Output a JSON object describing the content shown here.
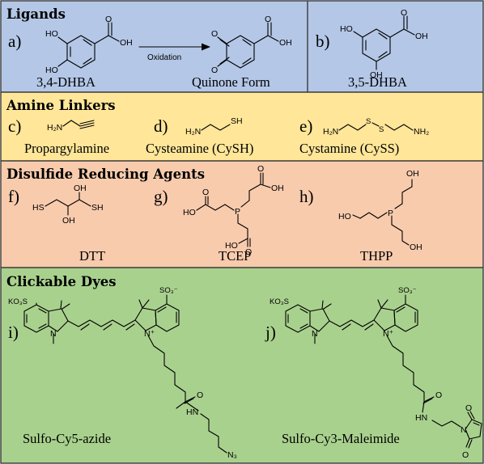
{
  "colors": {
    "ligands_bg": "#b4c7e7",
    "linkers_bg": "#ffe699",
    "reducing_bg": "#f8cbad",
    "dyes_bg": "#a9d18e",
    "border": "#3a3a3a"
  },
  "ligands": {
    "heading": "Ligands",
    "a": {
      "letter": "a)",
      "reactant": "3,4-DHBA",
      "arrow_label": "Oxidation",
      "product": "Quinone Form"
    },
    "b": {
      "letter": "b)",
      "name": "3,5-DHBA"
    },
    "atoms": {
      "ho": "HO",
      "oh": "OH",
      "o": "O"
    }
  },
  "amine_linkers": {
    "heading": "Amine Linkers",
    "c": {
      "letter": "c)",
      "name": "Propargylamine"
    },
    "d": {
      "letter": "d)",
      "name": "Cysteamine (CySH)"
    },
    "e": {
      "letter": "e)",
      "name": "Cystamine (CySS)"
    },
    "atoms": {
      "h2n": "H₂N",
      "nh2": "NH₂",
      "sh": "SH",
      "s": "S"
    }
  },
  "reducing_agents": {
    "heading": "Disulfide Reducing Agents",
    "f": {
      "letter": "f)",
      "name": "DTT"
    },
    "g": {
      "letter": "g)",
      "name": "TCEP"
    },
    "h": {
      "letter": "h)",
      "name": "THPP"
    },
    "atoms": {
      "hs": "HS",
      "sh": "SH",
      "oh": "OH",
      "ho": "HO",
      "p": "P",
      "o": "O"
    }
  },
  "dyes": {
    "heading": "Clickable Dyes",
    "i": {
      "letter": "i)",
      "name": "Sulfo-Cy5-azide"
    },
    "j": {
      "letter": "j)",
      "name": "Sulfo-Cy3-Maleimide"
    },
    "atoms": {
      "ko3s": "KO₃S",
      "so3": "SO₃⁻",
      "n": "N",
      "n_plus": "N⁺",
      "o": "O",
      "hn": "HN",
      "n3": "N₃"
    }
  }
}
